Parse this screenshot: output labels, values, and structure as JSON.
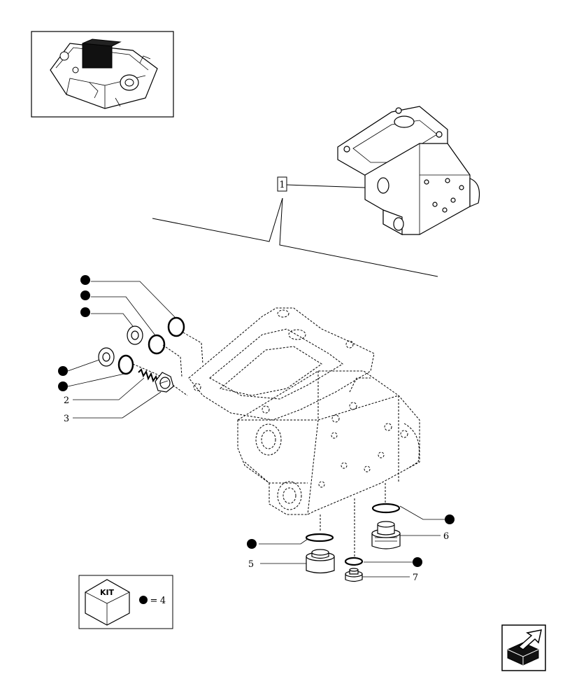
{
  "ref_box_label": "1",
  "callouts": [
    {
      "id": "2",
      "label": "2"
    },
    {
      "id": "3",
      "label": "3"
    },
    {
      "id": "5",
      "label": "5"
    },
    {
      "id": "6",
      "label": "6"
    },
    {
      "id": "7",
      "label": "7"
    }
  ],
  "kit": {
    "label": "KIT",
    "equals": "=",
    "qty": "4"
  },
  "icons": {
    "thumbnail": "tractor-lift-cover-thumbnail-icon",
    "next_page": "next-page-arrow-icon"
  }
}
